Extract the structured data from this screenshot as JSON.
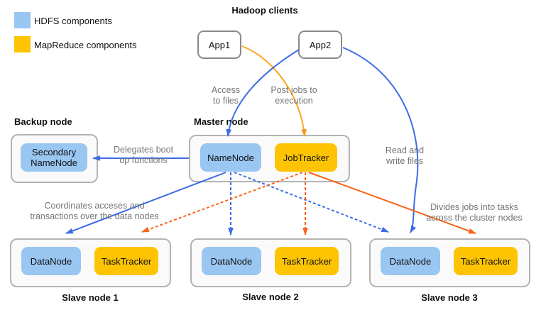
{
  "colors": {
    "hdfs_fill": "#9ac6f2",
    "mapreduce_fill": "#fec403",
    "blue_arrow": "#3d6ce7",
    "orange_arrow": "#fa6317",
    "light_orange_arrow": "#ffa41f",
    "container_border": "#b3b3b3",
    "app_border": "#8a8a8a",
    "edge_label_text": "#757575"
  },
  "legend": {
    "items": [
      {
        "label": "HDFS components",
        "type": "hdfs"
      },
      {
        "label": "MapReduce components",
        "type": "mapreduce"
      }
    ]
  },
  "clients": {
    "title": "Hadoop clients",
    "apps": [
      {
        "label": "App1"
      },
      {
        "label": "App2"
      }
    ]
  },
  "backup_node": {
    "title": "Backup node",
    "component": "Secondary NameNode"
  },
  "master_node": {
    "title": "Master node",
    "components": [
      {
        "label": "NameNode",
        "type": "hdfs"
      },
      {
        "label": "JobTracker",
        "type": "mapreduce"
      }
    ]
  },
  "slave_nodes": [
    {
      "title": "Slave node 1",
      "components": [
        {
          "label": "DataNode",
          "type": "hdfs"
        },
        {
          "label": "TaskTracker",
          "type": "mapreduce"
        }
      ]
    },
    {
      "title": "Slave node 2",
      "components": [
        {
          "label": "DataNode",
          "type": "hdfs"
        },
        {
          "label": "TaskTracker",
          "type": "mapreduce"
        }
      ]
    },
    {
      "title": "Slave node 3",
      "components": [
        {
          "label": "DataNode",
          "type": "hdfs"
        },
        {
          "label": "TaskTracker",
          "type": "mapreduce"
        }
      ]
    }
  ],
  "edge_labels": {
    "access_to_files": {
      "line1": "Access",
      "line2": "to files"
    },
    "post_jobs": {
      "line1": "Post jobs to",
      "line2": "execution"
    },
    "read_write": {
      "line1": "Read and",
      "line2": "write files"
    },
    "delegates": {
      "line1": "Delegates boot",
      "line2": "up functions"
    },
    "coordinates": {
      "line1": "Coordinates acceses and",
      "line2": "transactions over the data nodes"
    },
    "divides": {
      "line1": "Divides jobs into tasks",
      "line2": "across the cluster nodes"
    }
  },
  "edges": [
    {
      "from": "App1",
      "to": "JobTracker",
      "style": "solid",
      "color": "light-orange",
      "label": "Post jobs to execution"
    },
    {
      "from": "App2",
      "to": "NameNode",
      "style": "solid",
      "color": "blue",
      "label": "Access to files"
    },
    {
      "from": "App2",
      "to": "Slave node 3 DataNode",
      "style": "solid",
      "color": "blue",
      "label": "Read and write files"
    },
    {
      "from": "NameNode",
      "to": "Secondary NameNode",
      "style": "solid",
      "color": "blue",
      "label": "Delegates boot up functions"
    },
    {
      "from": "NameNode",
      "to": "Slave node 1 DataNode",
      "style": "solid",
      "color": "blue",
      "label": "Coordinates acceses and transactions over the data nodes"
    },
    {
      "from": "NameNode",
      "to": "Slave node 2 DataNode",
      "style": "dashed",
      "color": "blue",
      "label": ""
    },
    {
      "from": "NameNode",
      "to": "Slave node 3 DataNode",
      "style": "dashed",
      "color": "blue",
      "label": ""
    },
    {
      "from": "JobTracker",
      "to": "Slave node 1 TaskTracker",
      "style": "dashed",
      "color": "orange",
      "label": ""
    },
    {
      "from": "JobTracker",
      "to": "Slave node 2 TaskTracker",
      "style": "dashed",
      "color": "orange",
      "label": ""
    },
    {
      "from": "JobTracker",
      "to": "Slave node 3 TaskTracker",
      "style": "solid",
      "color": "orange",
      "label": "Divides jobs into tasks across the cluster nodes"
    }
  ]
}
